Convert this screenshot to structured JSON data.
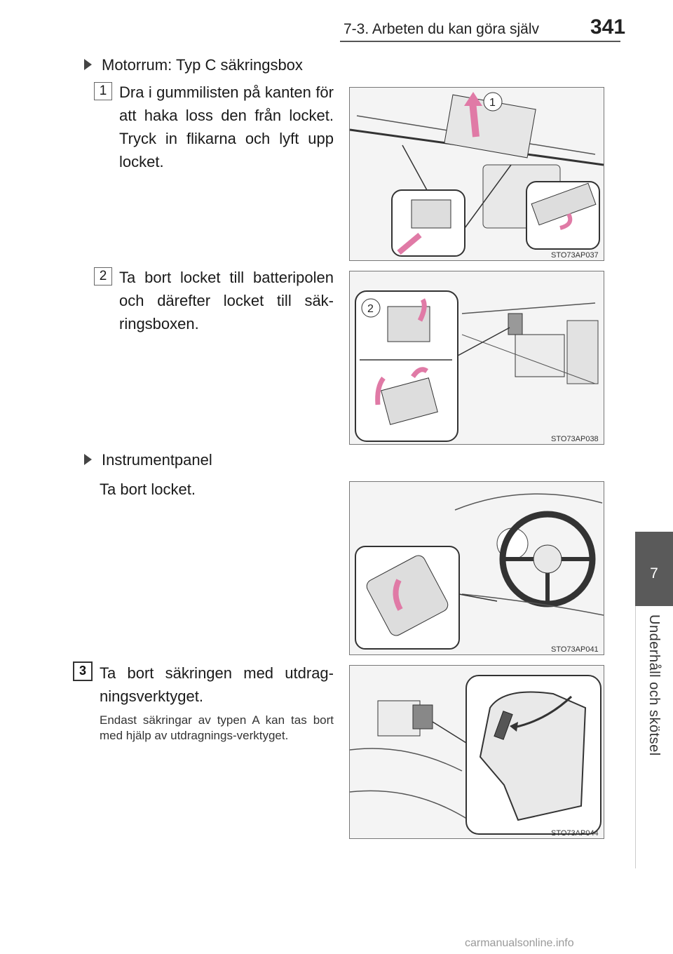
{
  "header": {
    "section": "7-3. Arbeten du kan göra själv",
    "page_number": "341"
  },
  "side_tab": {
    "number": "7",
    "label": "Underhåll och skötsel"
  },
  "sections": [
    {
      "heading": "Motorrum: Typ C säkringsbox",
      "steps": [
        {
          "badge": "1",
          "text": "Dra i gummilisten på kanten för att haka loss den från locket. Tryck in flikarna och lyft upp locket.",
          "figure_code": "STO73AP037",
          "callout": "1"
        },
        {
          "badge": "2",
          "text": "Ta bort locket till batteripolen och därefter locket till säk-ringsboxen.",
          "figure_code": "STO73AP038",
          "callout": "2"
        }
      ]
    },
    {
      "heading": "Instrumentpanel",
      "text": "Ta bort locket.",
      "figure_code": "STO73AP041"
    },
    {
      "badge": "3",
      "text": "Ta bort säkringen med utdrag-ningsverktyget.",
      "note": "Endast säkringar av typen A kan tas bort med hjälp av utdragnings-verktyget.",
      "figure_code": "STO73AP044"
    }
  ],
  "footer": {
    "watermark": "carmanualsonline.info"
  }
}
